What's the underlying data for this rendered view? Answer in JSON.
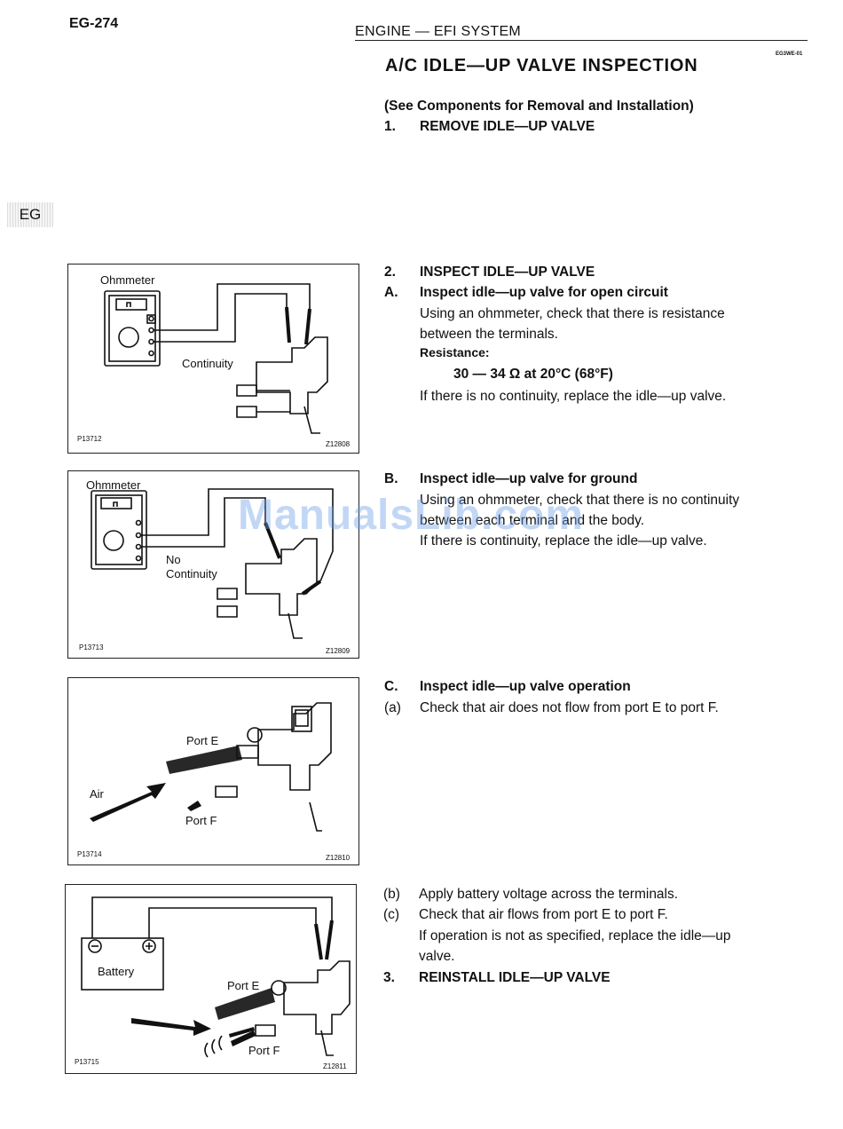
{
  "header": {
    "page_number": "EG-274",
    "section": "ENGINE — EFI SYSTEM",
    "doc_code": "EG3WE-01",
    "side_tab": "EG"
  },
  "title": "A/C IDLE—UP VALVE INSPECTION",
  "intro": "(See Components for Removal and Installation)",
  "step1": {
    "num": "1.",
    "text": "REMOVE IDLE—UP VALVE"
  },
  "step2": {
    "num": "2.",
    "text": "INSPECT IDLE—UP VALVE"
  },
  "stepA": {
    "num": "A.",
    "heading": "Inspect idle—up valve for open circuit",
    "line1": "Using an ohmmeter, check that there is resistance",
    "line2": "between the terminals.",
    "resistance_label": "Resistance:",
    "resistance_value": "30 — 34 Ω at 20°C (68°F)",
    "note": "If there is no continuity, replace the idle—up valve."
  },
  "stepB": {
    "num": "B.",
    "heading": "Inspect idle—up valve for ground",
    "line1": "Using an ohmmeter, check that there is no continuity",
    "line2": "between each terminal and the body.",
    "note": "If there is continuity, replace the idle—up valve."
  },
  "stepC": {
    "num": "C.",
    "heading": "Inspect idle—up valve operation",
    "a_num": "(a)",
    "a_text": "Check that air does not flow from port E to port F.",
    "b_num": "(b)",
    "b_text": "Apply battery voltage across the terminals.",
    "c_num": "(c)",
    "c_text1": "Check that air flows from port E to port F.",
    "c_text2": "If operation is not as specified, replace the idle—up",
    "c_text3": "valve."
  },
  "step3": {
    "num": "3.",
    "text": "REINSTALL IDLE—UP VALVE"
  },
  "figures": {
    "fig1": {
      "label_meter": "Ohmmeter",
      "label_note": "Continuity",
      "code_left": "P13712",
      "code_right": "Z12808"
    },
    "fig2": {
      "label_meter": "Ohmmeter",
      "label_note1": "No",
      "label_note2": "Continuity",
      "code_left": "P13713",
      "code_right": "Z12809"
    },
    "fig3": {
      "label_port_e": "Port E",
      "label_air": "Air",
      "label_port_f": "Port F",
      "code_left": "P13714",
      "code_right": "Z12810"
    },
    "fig4": {
      "label_battery": "Battery",
      "label_port_e": "Port E",
      "label_port_f": "Port F",
      "code_left": "P13715",
      "code_right": "Z12811"
    }
  },
  "watermark": "ManualsLib.com"
}
